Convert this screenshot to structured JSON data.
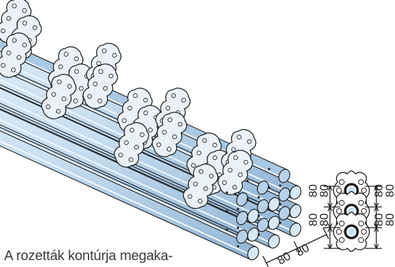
{
  "caption": "A rozetták kontúrja megaka-",
  "dimensions": {
    "vertical_left": [
      "80",
      "80",
      "80",
      "80"
    ],
    "vertical_right": [
      "80",
      "80",
      "80",
      "80"
    ],
    "bottom": [
      "80",
      "80"
    ]
  },
  "colors": {
    "tube_light": "#e4f0fa",
    "tube_mid": "#bcd8ef",
    "tube_dark": "#8fb3d3",
    "rosette_fill": "#eaf1f8",
    "outline": "#1a1a1a"
  },
  "icons": [
    "rosette-icon",
    "tube-end-icon",
    "dimension-arrow-icon"
  ]
}
